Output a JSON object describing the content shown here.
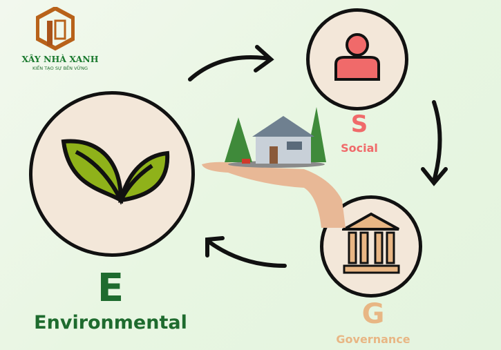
{
  "logo": {
    "name": "XÂY NHÀ XANH",
    "tagline": "KIẾN TẠO SỰ BỀN VỮNG"
  },
  "pillars": {
    "environmental": {
      "letter": "E",
      "label": "Environmental",
      "color": "#1e6b2e",
      "icon": "leaf-icon"
    },
    "social": {
      "letter": "S",
      "label": "Social",
      "color": "#f06a6a",
      "icon": "person-icon"
    },
    "governance": {
      "letter": "G",
      "label": "Governance",
      "color": "#e8b684",
      "icon": "bank-building-icon"
    }
  },
  "center": {
    "icon": "house-on-hand-image"
  }
}
